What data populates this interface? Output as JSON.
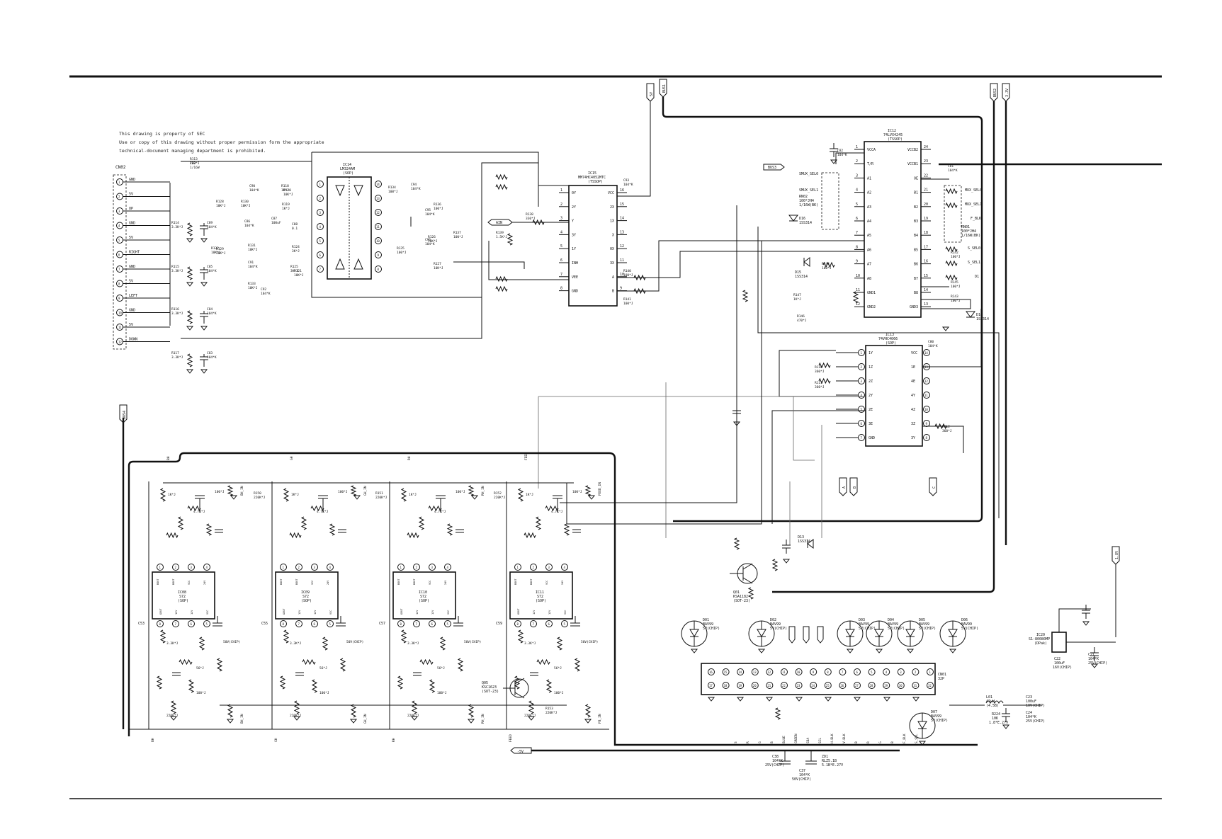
{
  "notice": [
    "This drawing is property of SEC",
    "Use or copy of this drawing without proper permission form the appropriate",
    "technical-document managing department is prohibited."
  ],
  "connector_cn": {
    "ref": "CN02",
    "pins": [
      "GND",
      "5V",
      "UP",
      "GND",
      "5V",
      "RIGHT",
      "GND",
      "5V",
      "LEFT",
      "GND",
      "5V",
      "DOWN"
    ]
  },
  "ics": {
    "ic14": {
      "ref": "IC14",
      "part": "LM324AM",
      "pkg": "(SOP)"
    },
    "ic15": {
      "ref": "IC15",
      "part": "MM74HC4052MTC",
      "pkg": "(TSSOP)",
      "left": [
        "0Y",
        "2Y",
        "Y",
        "3Y",
        "1Y",
        "INH",
        "VEE",
        "GND"
      ],
      "right": [
        "VCC",
        "2X",
        "1X",
        "X",
        "0X",
        "3X",
        "A",
        "B"
      ],
      "lnum": [
        "1",
        "2",
        "3",
        "4",
        "5",
        "6",
        "7",
        "8"
      ],
      "rnum": [
        "16",
        "15",
        "14",
        "13",
        "12",
        "11",
        "10",
        "9"
      ]
    },
    "ic12": {
      "ref": "IC12",
      "part": "74LVX4245",
      "pkg": "(TSSOP)",
      "left": [
        "VCCA",
        "T/R",
        "A1",
        "A2",
        "A3",
        "A4",
        "A5",
        "A6",
        "A7",
        "A8",
        "GND1",
        "GND2"
      ],
      "right": [
        "VCCB2",
        "VCCB1",
        "OE",
        "B1",
        "B2",
        "B3",
        "B4",
        "B5",
        "B6",
        "B7",
        "B8",
        "GND3"
      ],
      "lnum": [
        "1",
        "2",
        "3",
        "4",
        "5",
        "6",
        "7",
        "8",
        "9",
        "10",
        "11",
        "12"
      ],
      "rnum": [
        "24",
        "23",
        "22",
        "21",
        "20",
        "19",
        "18",
        "17",
        "16",
        "15",
        "14",
        "13"
      ]
    },
    "ic13": {
      "ref": "IC13",
      "part": "74VHC4066",
      "pkg": "(SOP)",
      "left": [
        "1Y",
        "1Z",
        "2Z",
        "2Y",
        "2E",
        "3E",
        "GND"
      ],
      "right": [
        "VCC",
        "1E",
        "4E",
        "4Y",
        "4Z",
        "3Z",
        "3Y"
      ],
      "lnum": [
        "1",
        "2",
        "3",
        "4",
        "5",
        "6",
        "7"
      ],
      "rnum": [
        "14",
        "13",
        "12",
        "11",
        "10",
        "9",
        "8"
      ]
    },
    "ic20": {
      "ref": "IC20",
      "part": "S1-80080MP",
      "pkg": "(DPak)"
    },
    "amps": [
      {
        "ref": "IC08",
        "part": "S72",
        "pkg": "(SOP)"
      },
      {
        "ref": "IC09",
        "part": "S72",
        "pkg": "(SOP)"
      },
      {
        "ref": "IC10",
        "part": "S72",
        "pkg": "(SOP)"
      },
      {
        "ref": "IC11",
        "part": "S72",
        "pkg": "(SOP)"
      }
    ],
    "amp_top_pins": [
      "BOUT",
      "BOUT",
      "VCC",
      "24V"
    ],
    "amp_bot_pins": [
      "GOUT",
      "12V",
      "12V",
      "VCC"
    ]
  },
  "net_flags": {
    "top": [
      "5V",
      "BUS1",
      "BUS2",
      "3.3V"
    ],
    "bus3": "BUS3",
    "ain": "AIN",
    "right_vertical": "1.8V",
    "left_vertical": "BUS4",
    "neg5v": "-5V",
    "bottom_ab": [
      "A",
      "B",
      "C"
    ]
  },
  "nets_ic12": {
    "left": [
      "SMUX_SEL0",
      "SMUX_SEL1"
    ],
    "right": [
      "MUX_SEL0",
      "MUX_SEL1",
      "F_BLK",
      "S_SEL0",
      "S_SEL1",
      "D1"
    ]
  },
  "res_arrays": [
    {
      "ref": "RN02",
      "val": "100*JH4",
      "rating": "1/16W(BK)"
    },
    {
      "ref": "RN01",
      "val": "100*JH4",
      "rating": "1/16W(BK)"
    }
  ],
  "transistors": [
    {
      "ref": "Q05",
      "part": "KSC1623",
      "pkg": "(SOT-23)"
    },
    {
      "ref": "Q01",
      "part": "KSA1182",
      "pkg": "(SOT-23)"
    }
  ],
  "diodes": [
    {
      "ref": "D01",
      "part": "BAV99",
      "pkg": "5V(CHIP)"
    },
    {
      "ref": "D02",
      "part": "BAV99",
      "pkg": "5V(CHIP)"
    },
    {
      "ref": "D03",
      "part": "BAV99",
      "pkg": "5V(CHIP)"
    },
    {
      "ref": "D04",
      "part": "BAV99",
      "pkg": "5V(CHIP)"
    },
    {
      "ref": "D05",
      "part": "BAV99",
      "pkg": "5V(CHIP)"
    },
    {
      "ref": "D06",
      "part": "BAV99",
      "pkg": "5V(CHIP)"
    },
    {
      "ref": "D07",
      "part": "BAV99",
      "pkg": "5V(CHIP)"
    }
  ],
  "small_diodes": [
    {
      "ref": "D16",
      "part": "1SS314"
    },
    {
      "ref": "D15",
      "part": "1SS314"
    },
    {
      "ref": "D10",
      "part": "1SS314"
    },
    {
      "ref": "D13",
      "part": "1SS314"
    }
  ],
  "cn01": {
    "ref": "CN01",
    "pins": "32P",
    "top": [
      "16",
      "15",
      "14",
      "13",
      "12",
      "11",
      "10",
      "9",
      "8",
      "7",
      "6",
      "5",
      "4",
      "3",
      "2",
      "1"
    ],
    "bot": [
      "17",
      "18",
      "19",
      "20",
      "21",
      "22",
      "23",
      "24",
      "25",
      "26",
      "27",
      "28",
      "29",
      "30",
      "31",
      "32"
    ]
  },
  "cn01_nets": [
    "S",
    "R",
    "G",
    "B",
    "BLUE",
    "GREEN",
    "SDA",
    "SCL",
    "H.BLK",
    "V.BLK",
    "B",
    "R",
    "G",
    "B",
    "F_BLK",
    "S_SEL"
  ],
  "amp_rails": [
    "BH",
    "GH",
    "RH",
    "FEED"
  ],
  "amp_outs": [
    "BH_IN",
    "GH_IN",
    "RH_IN",
    "FB_IN"
  ],
  "components": {
    "R113": "220*J",
    "C02": "1/16W",
    "R128": "10K*J",
    "R129": "10K*J",
    "C90": "104*K",
    "C86": "104*K",
    "R130": "10K*J",
    "R131": "10K*J",
    "C87": "100uF",
    "C88": "0.1",
    "R114": "3.3K*J",
    "R115": "3.3K*J",
    "R116": "3.3K*J",
    "R117": "3.3K*J",
    "C89": "104*K",
    "C85": "104*K",
    "C84": "104*K",
    "C83": "104*K",
    "R132": "10K*J",
    "R133": "10K*J",
    "C91": "104*K",
    "C92": "104*K",
    "R124": "3K*J",
    "R125": "3K*J",
    "R126": "10K*J",
    "R127": "10K*J",
    "R118": "1K*J",
    "R119": "1K*J",
    "R120": "10K*J",
    "R121": "10K*J",
    "C94": "104*K",
    "C95": "104*K",
    "C96": "104*K",
    "R134": "100*J",
    "R135": "100*J",
    "R136": "100*J",
    "R137": "100*J",
    "R138": "330*J",
    "R139": "1.5K*J",
    "C93": "104*K",
    "R140": "100*J",
    "R141": "100*J",
    "C82": "104*K",
    "C81": "104*K",
    "R142": "100*J",
    "R143": "100*J",
    "R144": "100*J",
    "R145": "100*J",
    "R146": "470*J",
    "R147": "1K*J",
    "R110": "360*J",
    "R111": "360*J",
    "R112": "360*J",
    "C80": "104*K",
    "R150": "220K*J",
    "R151": "220K*J",
    "R152": "220K*J",
    "R153": "220K*J"
  },
  "amp_values": [
    "1K*J",
    "4.7K*J",
    "100*J",
    "56*J",
    "2.7K*J",
    "3.3K*J",
    "1K*J",
    "100*J",
    "4.7K*J",
    "220K*J",
    "50V(CHIP)",
    "104*K"
  ],
  "bottom_caps": [
    {
      "ref": "C38",
      "val": "104*K",
      "rating": "25V(CHIP)"
    },
    {
      "ref": "C37",
      "val": "104*K",
      "rating": "50V(CHIP)"
    },
    {
      "ref": "ZD1",
      "val": "RLZ5.1B",
      "rating": "5.1B*E.27V"
    }
  ],
  "power_caps": [
    {
      "ref": "C22",
      "val": "100uF",
      "rating": "16V(CHIP)"
    },
    {
      "ref": "C21",
      "val": "104*K",
      "rating": "25V(CHIP)"
    },
    {
      "ref": "L01",
      "val": "47uH",
      "rating": "(4.5B)"
    },
    {
      "ref": "R224",
      "val": "10K",
      "rating": "1.8*E.27V"
    },
    {
      "ref": "C23",
      "val": "100uF",
      "rating": "10V(CHIP)"
    },
    {
      "ref": "C24",
      "val": "104*K",
      "rating": "25V(CHIP)"
    }
  ]
}
